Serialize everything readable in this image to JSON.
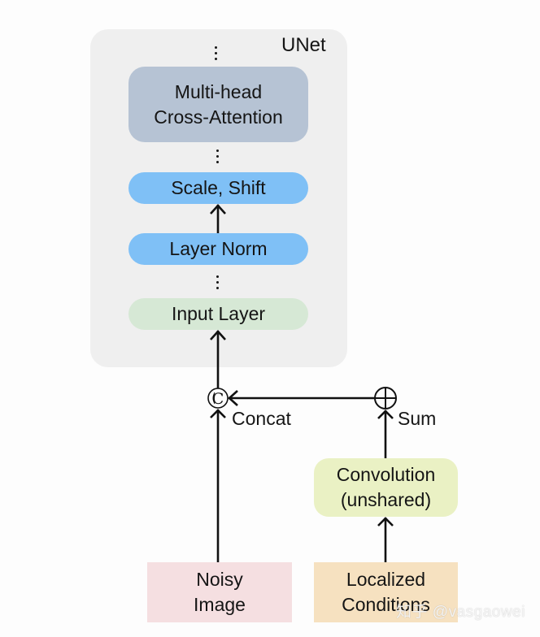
{
  "diagram": {
    "container": {
      "title": "UNet",
      "background": "#efefef"
    },
    "blocks": {
      "cross_attention": {
        "line1": "Multi-head",
        "line2": "Cross-Attention",
        "color": "#b6c3d4"
      },
      "scale_shift": {
        "label": "Scale, Shift",
        "color": "#7fc0f6"
      },
      "layer_norm": {
        "label": "Layer Norm",
        "color": "#7fc0f6"
      },
      "input_layer": {
        "label": "Input Layer",
        "color": "#d6e8d5"
      },
      "convolution": {
        "line1": "Convolution",
        "line2": "(unshared)",
        "color": "#eaf1c4"
      },
      "noisy_image": {
        "line1": "Noisy",
        "line2": "Image",
        "color": "#f5dfe1"
      },
      "localized_conditions": {
        "line1": "Localized",
        "line2": "Conditions",
        "color": "#f6e1c0"
      }
    },
    "operators": {
      "concat": {
        "symbol": "©",
        "label": "Concat",
        "icon": "concat-circle-c-icon"
      },
      "sum": {
        "symbol": "⊕",
        "label": "Sum",
        "icon": "circled-plus-icon"
      }
    },
    "ellipsis": "⋮",
    "edges": [
      {
        "from": "noisy_image",
        "to": "concat"
      },
      {
        "from": "sum",
        "to": "concat"
      },
      {
        "from": "concat",
        "to": "input_layer"
      },
      {
        "from": "localized_conditions",
        "to": "convolution"
      },
      {
        "from": "convolution",
        "to": "sum"
      },
      {
        "from": "layer_norm",
        "to": "scale_shift"
      }
    ],
    "watermark": "知乎 @vasgaowei"
  }
}
